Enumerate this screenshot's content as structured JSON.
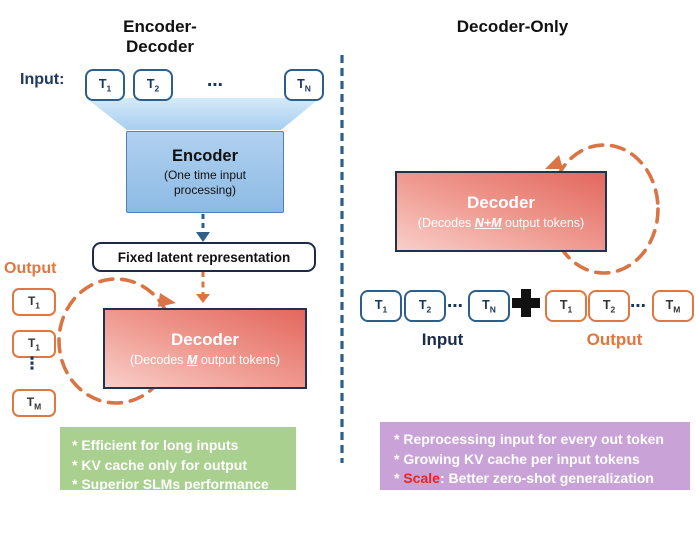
{
  "titles": {
    "left": "Encoder-Decoder",
    "right": "Decoder-Only"
  },
  "left": {
    "input_label": "Input:",
    "input_tokens": [
      {
        "base": "T",
        "sub": "1"
      },
      {
        "base": "T",
        "sub": "2"
      },
      {
        "base": "T",
        "sub": "N"
      }
    ],
    "input_ellipsis": "⋯",
    "encoder": {
      "title": "Encoder",
      "subtitle": "(One time input processing)"
    },
    "latent_label": "Fixed latent representation",
    "output_label": "Output",
    "output_tokens": [
      {
        "base": "T",
        "sub": "1"
      },
      {
        "base": "T",
        "sub": "1"
      },
      {
        "base": "T",
        "sub": "M"
      }
    ],
    "output_ellipsis": "⋮",
    "decoder": {
      "title": "Decoder",
      "subtitle_prefix": "(Decodes ",
      "subtitle_emph": "M",
      "subtitle_suffix": " output tokens)"
    },
    "notes": {
      "lines": [
        "* Efficient for long inputs",
        "* KV cache only for output",
        "* Superior SLMs performance"
      ]
    }
  },
  "right": {
    "decoder": {
      "title": "Decoder",
      "subtitle_prefix": "(Decodes ",
      "subtitle_emph": "N+M",
      "subtitle_suffix": " output tokens)"
    },
    "input_tokens": [
      {
        "base": "T",
        "sub": "1"
      },
      {
        "base": "T",
        "sub": "2"
      },
      {
        "base": "T",
        "sub": "N"
      }
    ],
    "input_ellipsis": "⋯",
    "output_tokens": [
      {
        "base": "T",
        "sub": "1"
      },
      {
        "base": "T",
        "sub": "2"
      },
      {
        "base": "T",
        "sub": "M"
      }
    ],
    "output_ellipsis": "⋯",
    "input_label": "Input",
    "output_label": "Output",
    "notes": {
      "line1": "* Reprocessing input for every out token",
      "line2": "* Growing KV cache per input tokens",
      "line3_prefix": "* ",
      "line3_highlight": "Scale",
      "line3_rest": ": Better zero-shot generalization"
    }
  },
  "colors": {
    "navy_text": "#1F3864",
    "token_blue_border": "#2E5F8A",
    "orange": "#E2763F",
    "loop_orange": "#DB7444",
    "encoder_fill_top": "#B0D1EF",
    "encoder_fill_bottom": "#8DBAE4",
    "encoder_border": "#4E81B8",
    "decoder_fill_dark": "#E2685E",
    "decoder_fill_light": "#F8CFC9",
    "decoder_border": "#22314E",
    "latent_border": "#1B2A4A",
    "divider_blue": "#2E5F8A",
    "funnel_top": "#D5EAF9",
    "funnel_bottom": "#A7CEF1",
    "notes_green": "#A9D08E",
    "notes_purple": "#C9A3D7",
    "scale_red": "#E8251C",
    "note_text": "#FFFFFF"
  }
}
